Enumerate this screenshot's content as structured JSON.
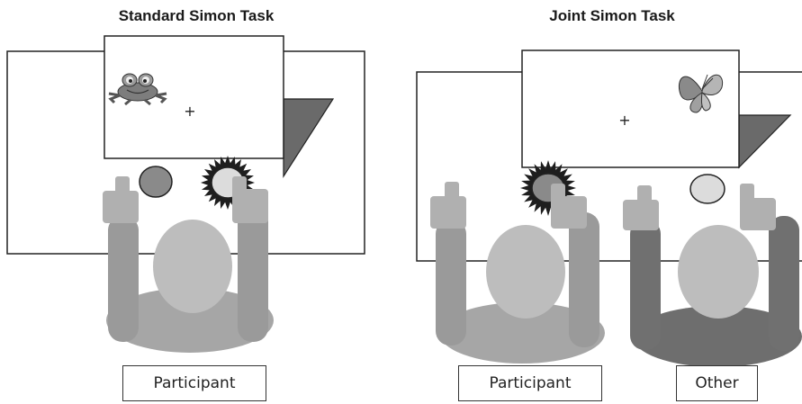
{
  "panels": {
    "standard": {
      "title": "Standard Simon Task",
      "screen_symbol": "+",
      "stimulus": "frog-icon",
      "person_label": "Participant"
    },
    "joint": {
      "title": "Joint Simon Task",
      "screen_symbol": "+",
      "stimulus": "butterfly-icon",
      "person_labels": [
        "Participant",
        "Other"
      ]
    }
  },
  "colors": {
    "participant_body": "#a6a6a6",
    "participant_arm": "#8f8f8f",
    "other_body": "#6e6e6e",
    "head": "#bdbdbd",
    "hand": "#b0b0b0",
    "dark_key": "#8a8a8a",
    "light_key": "#dcdcdc",
    "shadow": "#6a6a6a"
  }
}
